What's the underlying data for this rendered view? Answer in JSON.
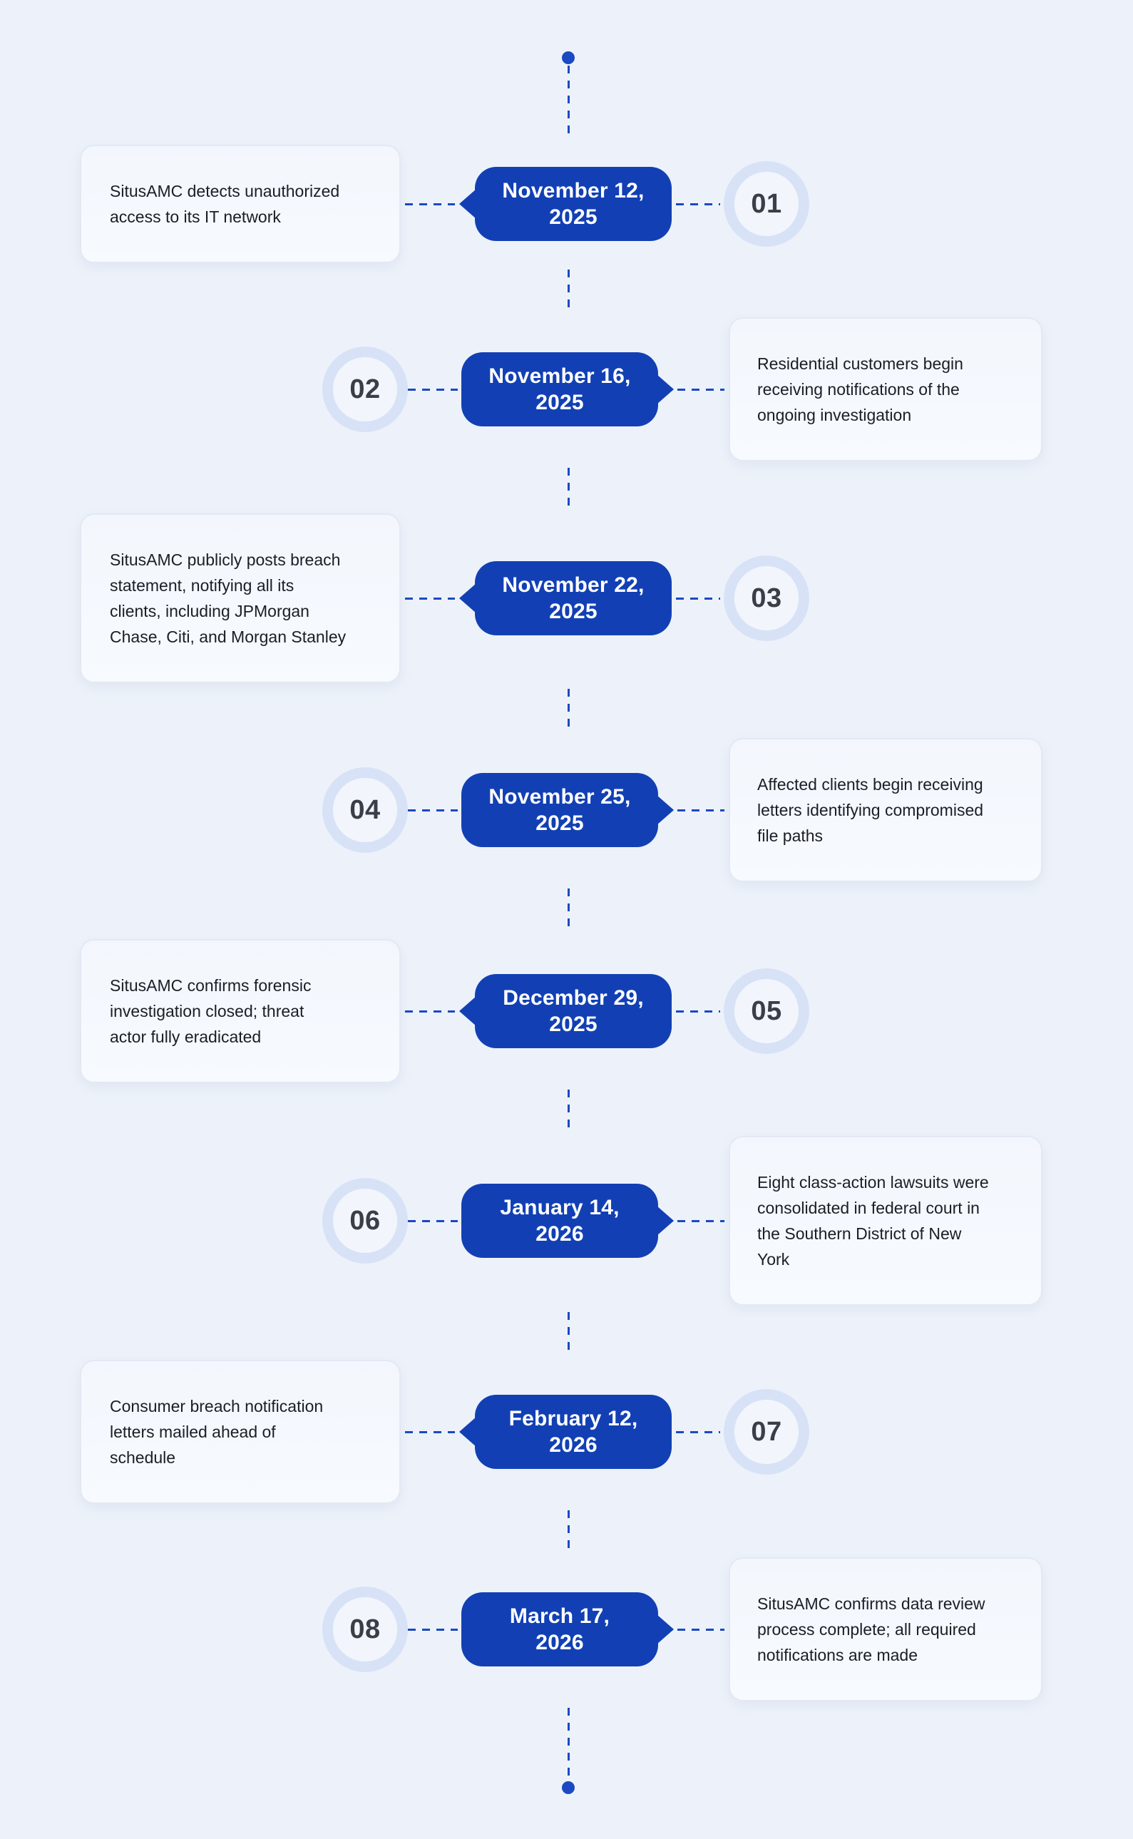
{
  "page": {
    "background_color": "#edf2fa",
    "accent_colors": {
      "pill_blue": "#1240b4",
      "dash_blue": "#1a49c2",
      "ring_light_blue": "#d8e2f7",
      "number_text": "#3a3f47",
      "card_text": "#1a1e26"
    }
  },
  "timeline": {
    "events": [
      {
        "number": "01",
        "date": "November 12,\n2025",
        "description": "SitusAMC detects unauthorized\naccess to its IT network",
        "card_side": "left"
      },
      {
        "number": "02",
        "date": "November 16,\n2025",
        "description": "Residential customers begin\nreceiving notifications of the\nongoing investigation",
        "card_side": "right"
      },
      {
        "number": "03",
        "date": "November 22,\n2025",
        "description": "SitusAMC publicly posts breach\nstatement, notifying all its\nclients, including JPMorgan\nChase, Citi, and Morgan Stanley",
        "card_side": "left"
      },
      {
        "number": "04",
        "date": "November 25,\n2025",
        "description": "Affected clients begin receiving\nletters identifying compromised\nfile paths",
        "card_side": "right"
      },
      {
        "number": "05",
        "date": "December 29,\n2025",
        "description": "SitusAMC confirms forensic\ninvestigation closed; threat\nactor fully eradicated",
        "card_side": "left"
      },
      {
        "number": "06",
        "date": "January 14,\n2026",
        "description": "Eight class-action lawsuits were\nconsolidated in federal court in\nthe Southern District of New\nYork",
        "card_side": "right"
      },
      {
        "number": "07",
        "date": "February 12,\n2026",
        "description": "Consumer breach notification\nletters mailed ahead of\nschedule",
        "card_side": "left"
      },
      {
        "number": "08",
        "date": "March 17,\n2026",
        "description": "SitusAMC confirms data review\nprocess complete; all required\nnotifications are made",
        "card_side": "right"
      }
    ]
  }
}
